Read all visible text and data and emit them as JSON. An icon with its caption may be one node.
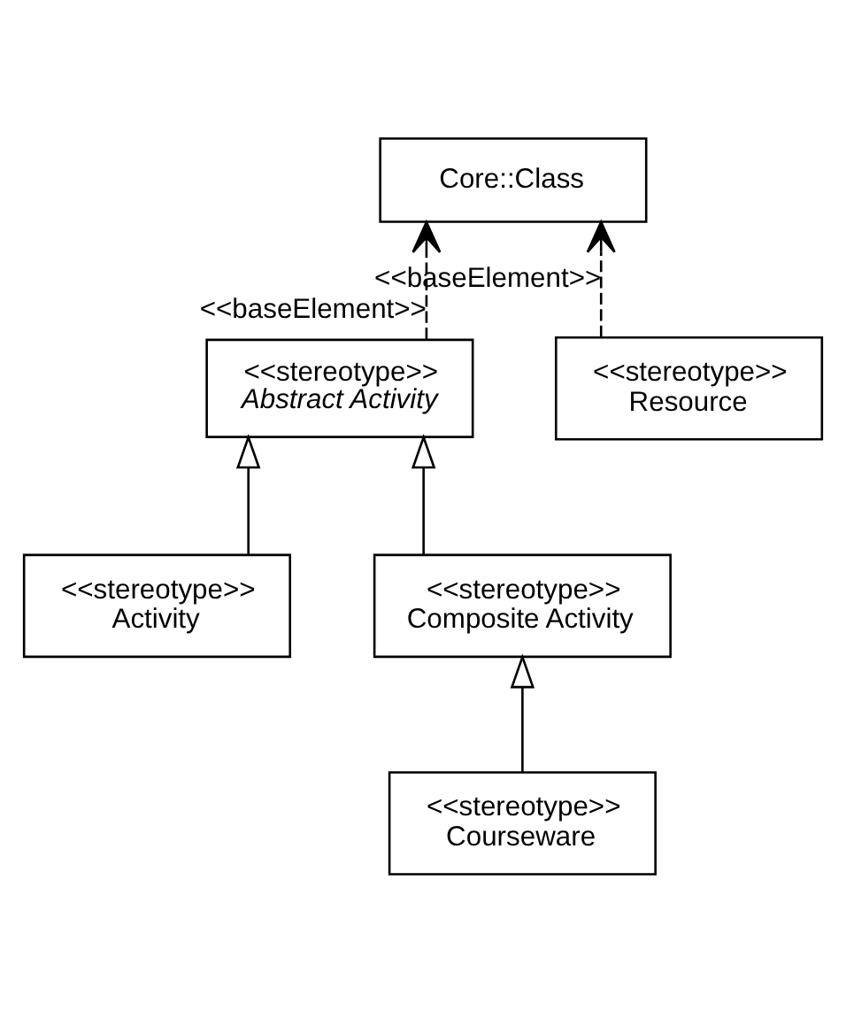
{
  "diagram": {
    "nodes": [
      {
        "text": [
          "Core::Class"
        ]
      },
      {
        "text": [
          "<<stereotype>>",
          "*Abstract Activity*"
        ]
      },
      {
        "text": [
          "<<stereotype>>",
          "Resource"
        ]
      },
      {
        "text": [
          "<<stereotype>>",
          "Activity"
        ]
      },
      {
        "text": [
          "<<stereotype>>",
          "Composite Activity"
        ]
      },
      {
        "text": [
          "<<stereotype>>",
          "Courseware"
        ]
      }
    ],
    "edges": [
      {
        "from": 1,
        "to": 0,
        "arrow": "to",
        "style": "dashed",
        "label": "<<baseElement>>"
      },
      {
        "from": 2,
        "to": 0,
        "arrow": "to",
        "style": "dashed",
        "label": "<<baseElement>>"
      },
      {
        "from": 3,
        "to": 1,
        "arrow": "to"
      },
      {
        "from": 4,
        "to": 1,
        "arrow": "to"
      },
      {
        "from": 5,
        "to": 4,
        "arrow": "to"
      }
    ]
  }
}
